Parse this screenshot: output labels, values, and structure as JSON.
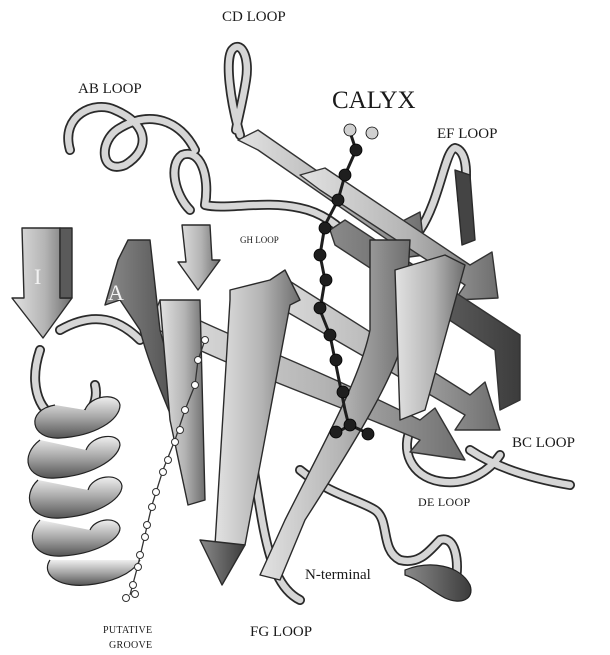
{
  "labels": {
    "cd_loop": "CD LOOP",
    "ab_loop": "AB LOOP",
    "calyx": "CALYX",
    "ef_loop": "EF LOOP",
    "gh_loop": "GH LOOP",
    "strand_i": "I",
    "strand_a": "A",
    "bc_loop": "BC LOOP",
    "de_loop": "DE LOOP",
    "n_terminal": "N-terminal",
    "fg_loop": "FG LOOP",
    "putative_groove_line1": "PUTATIVE",
    "putative_groove_line2": "GROOVE"
  },
  "colors": {
    "strand_light": "#c8c8c8",
    "strand_mid": "#9a9a9a",
    "strand_dark": "#4a4a4a",
    "loop_tube": "#d6d6d6",
    "ligand": "#1e1e1e"
  }
}
